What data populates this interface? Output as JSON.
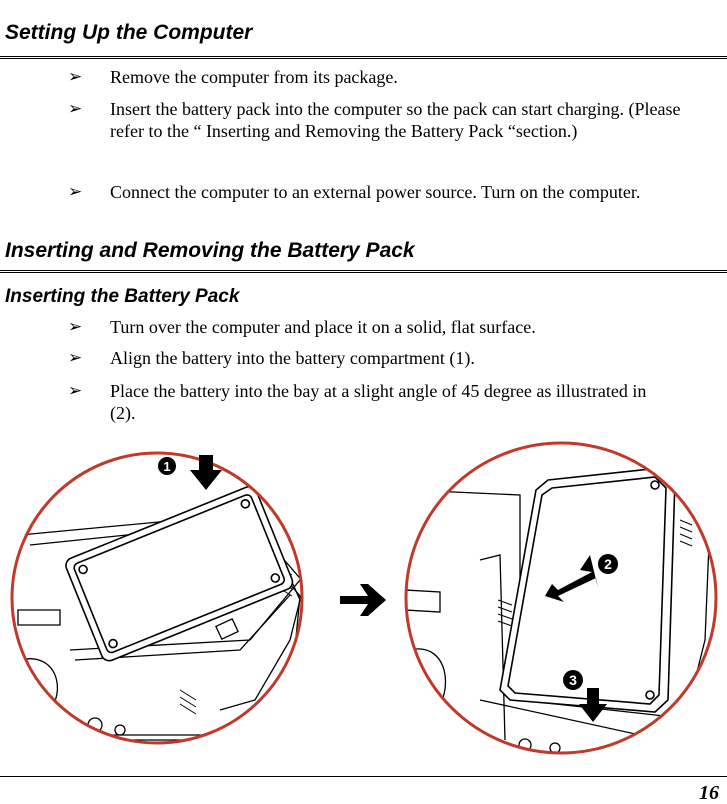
{
  "section1": {
    "title": "Setting Up the Computer",
    "bullets": [
      "Remove the computer from its package.",
      "Insert the battery pack into the computer so the pack can start charging.  (Please refer to the “ Inserting and Removing the Battery Pack “section.)",
      "Connect the computer to an external power source.  Turn on the computer."
    ]
  },
  "section2": {
    "title": "Inserting and Removing the Battery Pack",
    "subtitle": "Inserting the Battery Pack",
    "bullets": [
      "Turn over the computer and place it on a solid, flat surface.",
      "Align the battery into the battery compartment (1).",
      "Place the battery into the bay at a slight angle of 45 degree as illustrated in (2)."
    ]
  },
  "figure": {
    "step_labels": [
      "1",
      "2",
      "3"
    ],
    "circle_color": "#c0392b"
  },
  "bullet_glyph": "➢",
  "footer": {
    "page_number": "16"
  }
}
